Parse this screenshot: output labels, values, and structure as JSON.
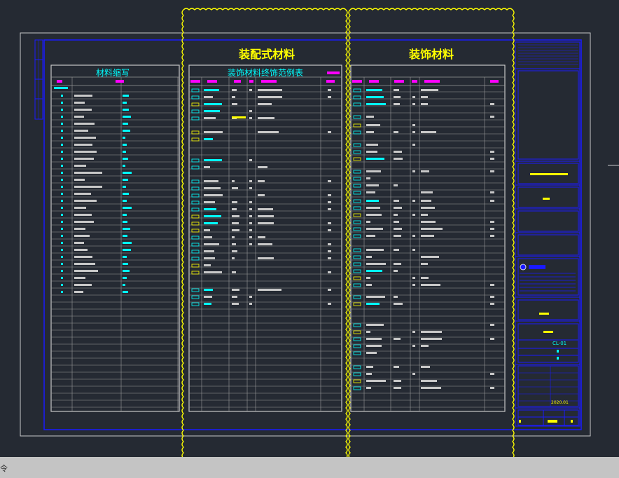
{
  "drawing": {
    "title_left": "装配式材料",
    "title_right": "装饰材料",
    "table1_title": "材料缩写",
    "table2_title": "装饰材料终饰范例表"
  },
  "colors": {
    "background": "#252a33",
    "frame_white": "#c8c8c8",
    "border_blue": "#1a1aff",
    "grid": "#b0b0b0",
    "cyan": "#00ffff",
    "magenta": "#ff00ff",
    "yellow": "#ffff00",
    "text_gray": "#c8c8c8",
    "cmdbar": "#c4c4c4"
  },
  "command_line": {
    "prompt": "令"
  },
  "title_block": {
    "sheet_no": "CL-01",
    "date": "2020.01"
  }
}
